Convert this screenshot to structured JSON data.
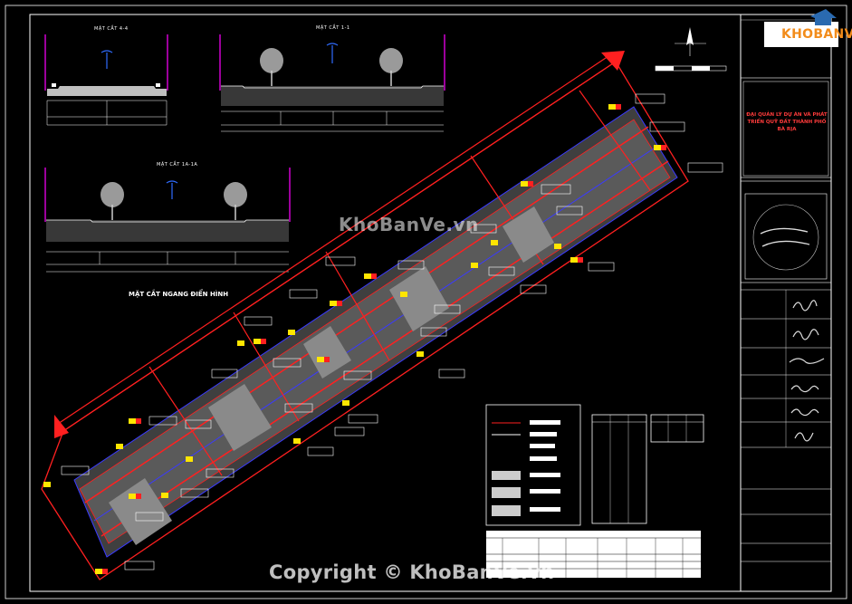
{
  "watermark_center": "KhoBanVe.vn",
  "watermark_copyright": "Copyright © KhoBanVe.vn",
  "logo_text": "KHOBANVE",
  "sections": {
    "s44": "MẶT CẮT 4-4",
    "s11": "MẶT CẮT 1-1",
    "s1a": "MẶT CẮT 1A-1A",
    "typical": "MẶT CẮT NGANG ĐIỂN HÌNH"
  },
  "title_block": {
    "project_title": "ĐẠI QUẢN LÝ DỰ ÁN VÀ PHÁT TRIỂN QUỸ ĐẤT THÀNH PHỐ BÀ RỊA"
  },
  "colors": {
    "background": "#000000",
    "road_outline": "#ff2020",
    "road_inner": "#3a3aff",
    "block_fill": "#5a5a5a",
    "label_red": "#ff2020",
    "label_yellow": "#ffe600",
    "frame": "#ffffff",
    "logo_orange": "#f28c1b"
  },
  "icons": [
    "north-arrow-icon",
    "tree-icon",
    "street-lamp-icon",
    "house-logo-icon",
    "signature-icon"
  ]
}
